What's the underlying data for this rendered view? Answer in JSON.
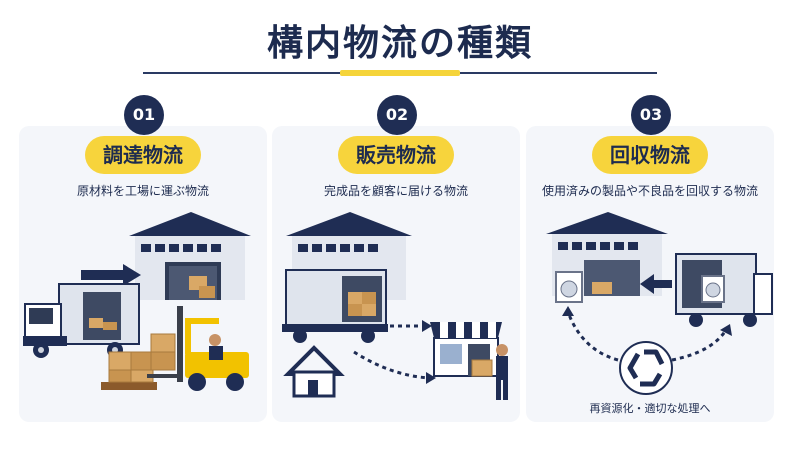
{
  "title": "構内物流の種類",
  "colors": {
    "navy": "#1f2d54",
    "yellow": "#f7d43c",
    "card_bg": "#f4f6fa"
  },
  "cards": [
    {
      "number": "01",
      "label": "調達物流",
      "description": "原材料を工場に運ぶ物流"
    },
    {
      "number": "02",
      "label": "販売物流",
      "description": "完成品を顧客に届ける物流"
    },
    {
      "number": "03",
      "label": "回収物流",
      "description": "使用済みの製品や不良品を回収する物流",
      "footer": "再資源化・適切な処理へ"
    }
  ],
  "icons": [
    "factory-icon",
    "truck-icon",
    "forklift-icon",
    "box-icon",
    "arrow-icon",
    "house-icon",
    "store-icon",
    "delivery-person-icon",
    "washing-machine-icon",
    "recycle-icon"
  ]
}
